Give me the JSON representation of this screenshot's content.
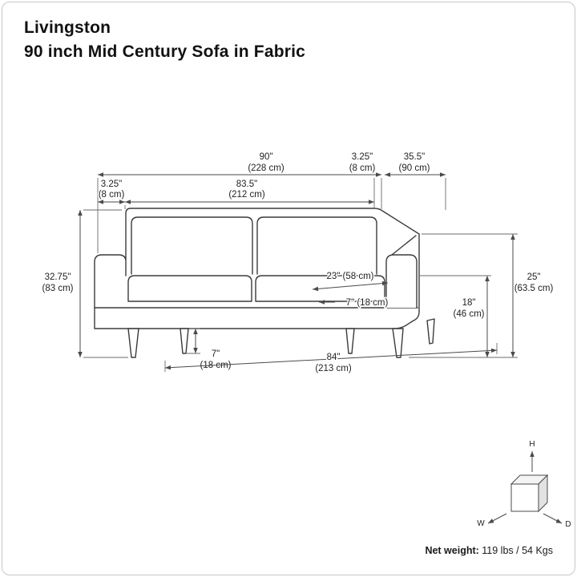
{
  "header": {
    "product_name": "Livingston",
    "product_subtitle": "90 inch Mid Century Sofa in Fabric"
  },
  "diagram": {
    "dimensions": {
      "overall_width": {
        "in": "90\"",
        "cm": "(228 cm)"
      },
      "right_arm_width": {
        "in": "3.25\"",
        "cm": "(8 cm)"
      },
      "overall_depth": {
        "in": "35.5\"",
        "cm": "(90 cm)"
      },
      "left_arm_width": {
        "in": "3.25\"",
        "cm": "(8 cm)"
      },
      "interior_width": {
        "in": "83.5\"",
        "cm": "(212 cm)"
      },
      "overall_height": {
        "in": "32.75\"",
        "cm": "(83 cm)"
      },
      "seat_depth": {
        "text": "23\" (58 cm)"
      },
      "seat_cushion_thickness": {
        "text": "7\" (18 cm)"
      },
      "arm_height": {
        "in": "25\"",
        "cm": "(63.5 cm)"
      },
      "seat_height": {
        "in": "18\"",
        "cm": "(46 cm)"
      },
      "leg_height": {
        "in": "7\"",
        "cm": "(18 cm)"
      },
      "base_width": {
        "in": "84\"",
        "cm": "(213 cm)"
      }
    },
    "axis_cube": {
      "height_label": "H",
      "width_label": "W",
      "depth_label": "D"
    }
  },
  "footer": {
    "net_weight_label": "Net weight:",
    "net_weight_value": "119 lbs / 54 Kgs"
  }
}
